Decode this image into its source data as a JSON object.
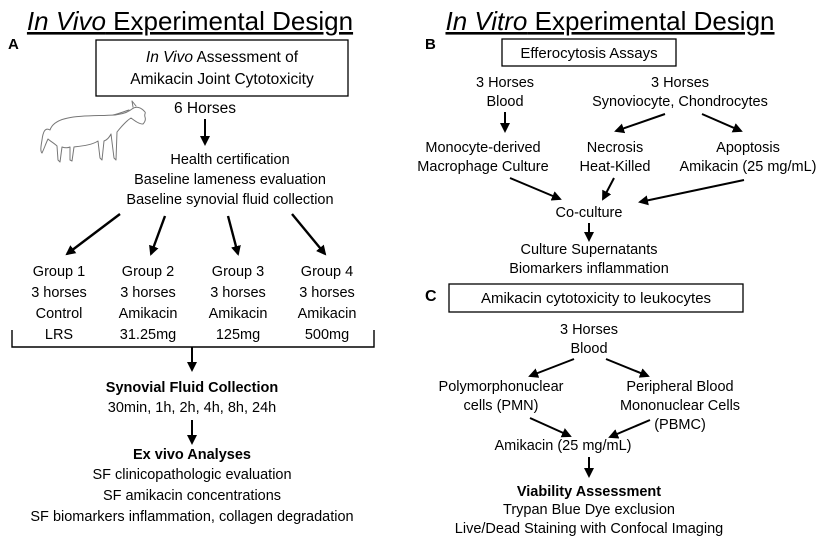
{
  "invivo": {
    "title_italic": "In Vivo",
    "title_rest": " Experimental Design",
    "panel_label": "A",
    "box_line1_italic": "In Vivo",
    "box_line1_rest": " Assessment of",
    "box_line2": "Amikacin Joint Cytotoxicity",
    "horses": "6 Horses",
    "steps": [
      "Health certification",
      "Baseline lameness evaluation",
      "Baseline synovial fluid collection"
    ],
    "groups": [
      {
        "lines": [
          "Group 1",
          "3 horses",
          "Control",
          "LRS"
        ]
      },
      {
        "lines": [
          "Group 2",
          "3 horses",
          "Amikacin",
          "31.25mg"
        ]
      },
      {
        "lines": [
          "Group 3",
          "3 horses",
          "Amikacin",
          "125mg"
        ]
      },
      {
        "lines": [
          "Group 4",
          "3 horses",
          "Amikacin",
          "500mg"
        ]
      }
    ],
    "collection_title": "Synovial Fluid Collection",
    "collection_times": "30min, 1h, 2h, 4h, 8h, 24h",
    "exvivo_title": "Ex vivo Analyses",
    "exvivo_items": [
      "SF clinicopathologic evaluation",
      "SF amikacin concentrations",
      "SF biomarkers inflammation, collagen degradation"
    ]
  },
  "invitro": {
    "title_italic": "In Vitro",
    "title_rest": " Experimental Design",
    "panel_b": {
      "label": "B",
      "box": "Efferocytosis Assays",
      "left_source": [
        "3 Horses",
        "Blood"
      ],
      "right_source": [
        "3 Horses",
        "Synoviocyte, Chondrocytes"
      ],
      "macrophage": [
        "Monocyte-derived",
        "Macrophage Culture"
      ],
      "necrosis": [
        "Necrosis",
        "Heat-Killed"
      ],
      "apoptosis": [
        "Apoptosis",
        "Amikacin (25 mg/mL)"
      ],
      "coculture": "Co-culture",
      "supernatants": [
        "Culture Supernatants",
        "Biomarkers inflammation"
      ]
    },
    "panel_c": {
      "label": "C",
      "box": "Amikacin cytotoxicity to leukocytes",
      "source": [
        "3 Horses",
        "Blood"
      ],
      "pmn": [
        "Polymorphonuclear",
        "cells (PMN)"
      ],
      "pbmc": [
        "Peripheral Blood",
        "Mononuclear Cells",
        "(PBMC)"
      ],
      "amikacin": "Amikacin (25 mg/mL)",
      "viability_title": "Viability Assessment",
      "viability_items": [
        "Trypan Blue Dye exclusion",
        "Live/Dead Staining with Confocal Imaging"
      ]
    }
  }
}
